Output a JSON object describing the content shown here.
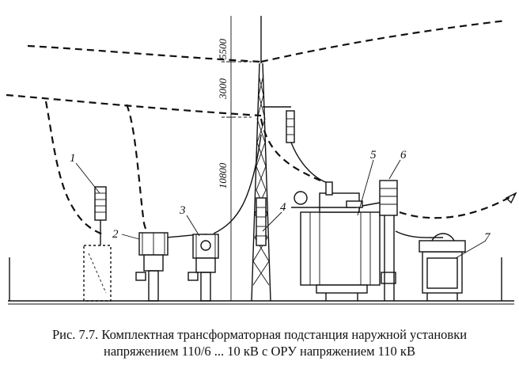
{
  "dimensions": [
    "5500",
    "3000",
    "10800"
  ],
  "labels": [
    "1",
    "2",
    "3",
    "4",
    "5",
    "6",
    "7"
  ],
  "caption": {
    "line1": "Рис. 7.7. Комплектная трансформаторная подстанция наружной установки",
    "line2": "напряжением 110/6 ... 10 кВ с ОРУ напряжением 110 кВ"
  }
}
